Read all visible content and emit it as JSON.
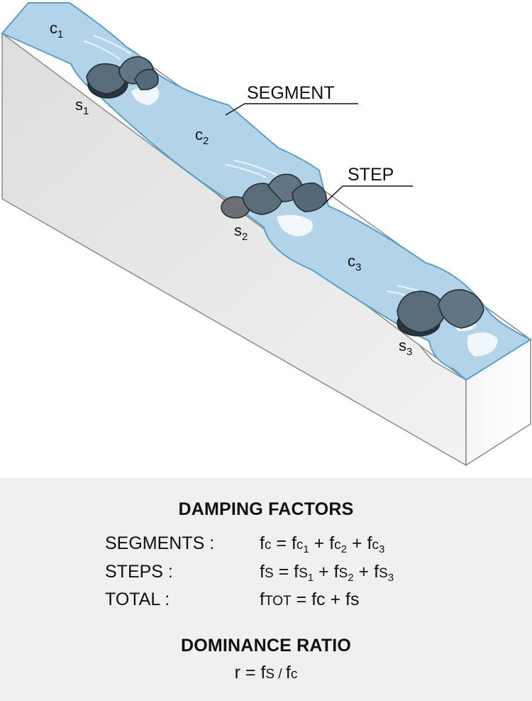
{
  "diagram": {
    "labels": {
      "segment": "SEGMENT",
      "step": "STEP",
      "c1": {
        "base": "c",
        "sub": "1"
      },
      "c2": {
        "base": "c",
        "sub": "2"
      },
      "c3": {
        "base": "c",
        "sub": "3"
      },
      "s1": {
        "base": "s",
        "sub": "1"
      },
      "s2": {
        "base": "s",
        "sub": "2"
      },
      "s3": {
        "base": "s",
        "sub": "3"
      }
    },
    "colors": {
      "water": "#b3d3e8",
      "water_edge": "#5aa0c6",
      "rock": "#5a6c7a",
      "rock_dark": "#2a3540",
      "foam": "#f4f9fc",
      "block_top": "#ffffff",
      "block_side_dark": "#d4d4d4",
      "block_edge": "#8a8a8a"
    }
  },
  "legend": {
    "title": "DAMPING FACTORS",
    "segments": {
      "label": "SEGMENTS :",
      "lhs": "fc",
      "terms": [
        {
          "sub": "1"
        },
        {
          "sub": "2"
        },
        {
          "sub": "3"
        }
      ]
    },
    "steps": {
      "label": "STEPS :",
      "lhs": "fs",
      "terms": [
        {
          "sub": "1"
        },
        {
          "sub": "2"
        },
        {
          "sub": "3"
        }
      ]
    },
    "total": {
      "label": "TOTAL :",
      "lhs_base": "f",
      "lhs_sub": "TOT",
      "rhs": "= fc + fs"
    },
    "ratio_title": "DOMINANCE RATIO",
    "ratio": {
      "lhs": "r = f",
      "num": "S",
      "slash": " / ",
      "f": "f",
      "den": "c"
    }
  }
}
